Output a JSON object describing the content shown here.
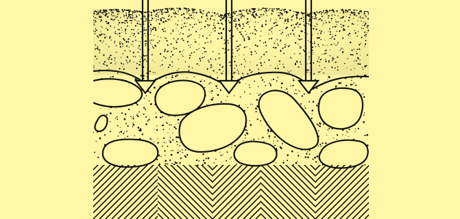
{
  "figure": {
    "background": "#fff6a6",
    "ink": "#111111",
    "arrow_count": 3,
    "layers": [
      "surface-sand-mounds",
      "pebble-layer",
      "hatched-bedrock"
    ]
  }
}
